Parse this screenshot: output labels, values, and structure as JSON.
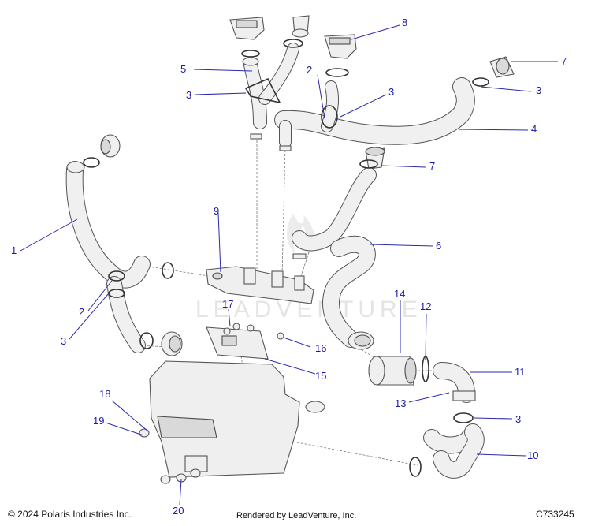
{
  "footer": {
    "copyright": "© 2024 Polaris Industries Inc.",
    "rendered_by": "Rendered by LeadVenture, Inc.",
    "diagram_id": "C733245"
  },
  "watermark": "LEADVENTURE",
  "callouts": {
    "c1": "1",
    "c2a": "2",
    "c2b": "2",
    "c3a": "3",
    "c3b": "3",
    "c3c": "3",
    "c3d": "3",
    "c3e": "3",
    "c4": "4",
    "c5": "5",
    "c6": "6",
    "c7a": "7",
    "c7b": "7",
    "c8": "8",
    "c9": "9",
    "c10": "10",
    "c11": "11",
    "c12": "12",
    "c13": "13",
    "c14": "14",
    "c15": "15",
    "c16": "16",
    "c17": "17",
    "c18": "18",
    "c19": "19",
    "c20": "20"
  },
  "colors": {
    "callout_text": "#1a1aa6",
    "leader_line": "#2a2ab0",
    "part_fill": "#efefef",
    "part_outline": "#555555"
  }
}
